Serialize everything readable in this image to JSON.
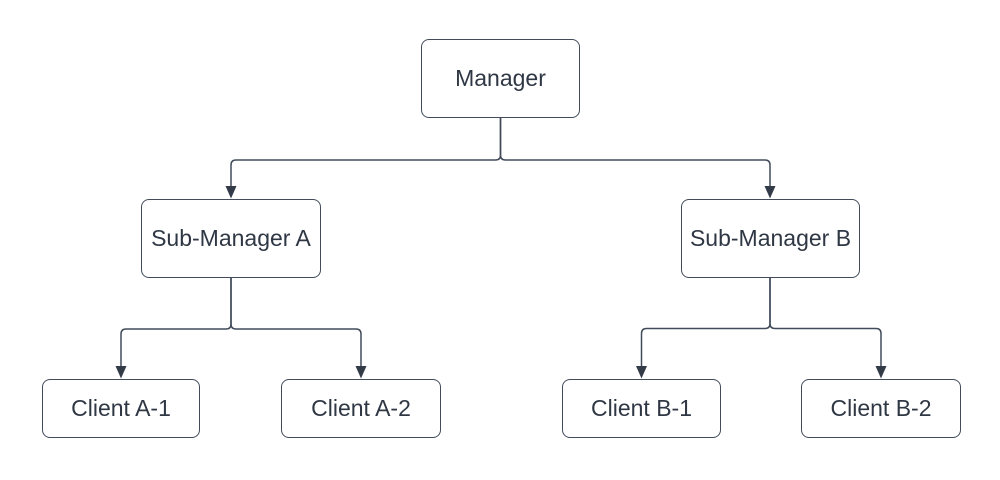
{
  "diagram": {
    "type": "org-chart-tree",
    "background_color": "#ffffff",
    "node_style": {
      "fill": "#ffffff",
      "border_color": "#414b5a",
      "text_color": "#2f3744"
    },
    "connector_style": {
      "line_color": "#414b5a",
      "arrowhead": "filled-triangle",
      "arrowhead_color": "#333b49",
      "routing": "orthogonal-rounded-elbows"
    },
    "nodes": [
      {
        "id": "manager",
        "label": "Manager"
      },
      {
        "id": "sub-manager-a",
        "label": "Sub-Manager A"
      },
      {
        "id": "sub-manager-b",
        "label": "Sub-Manager B"
      },
      {
        "id": "client-a1",
        "label": "Client A-1"
      },
      {
        "id": "client-a2",
        "label": "Client A-2"
      },
      {
        "id": "client-b1",
        "label": "Client B-1"
      },
      {
        "id": "client-b2",
        "label": "Client B-2"
      }
    ],
    "edges": [
      {
        "from": "manager",
        "to": "sub-manager-a"
      },
      {
        "from": "manager",
        "to": "sub-manager-b"
      },
      {
        "from": "sub-manager-a",
        "to": "client-a1"
      },
      {
        "from": "sub-manager-a",
        "to": "client-a2"
      },
      {
        "from": "sub-manager-b",
        "to": "client-b1"
      },
      {
        "from": "sub-manager-b",
        "to": "client-b2"
      }
    ]
  }
}
